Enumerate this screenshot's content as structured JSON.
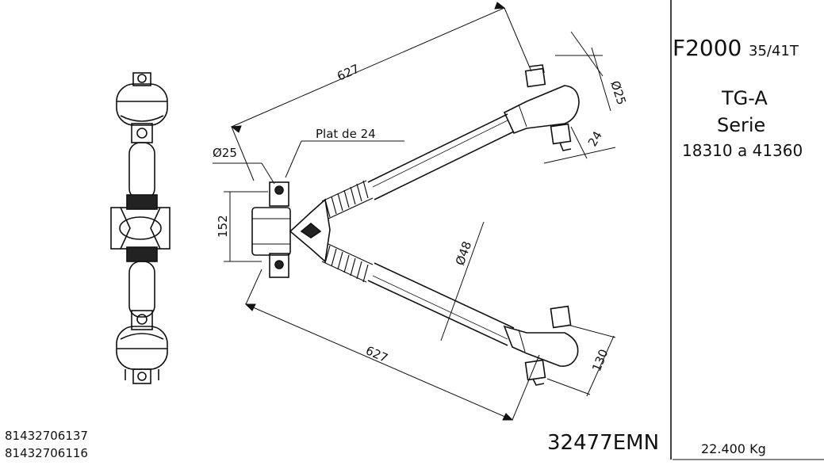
{
  "title_block": {
    "model": "F2000",
    "model_variant": "35/41T",
    "type": "TG-A",
    "serie_label": "Serie",
    "serie_range": "18310 a 41360",
    "weight": "22.400 Kg"
  },
  "part_number": "32477EMN",
  "reference_codes": [
    "81432706137",
    "81432706116"
  ],
  "dimensions": {
    "upper_arm_length": "627",
    "lower_arm_length": "627",
    "upper_end_bolt_diameter": "Ø25",
    "upper_end_width": "24",
    "apex_bolt_diameter": "Ø25",
    "flat_label": "Plat de 24",
    "apex_height": "152",
    "tube_diameter": "Ø48",
    "lower_end_height": "130"
  }
}
